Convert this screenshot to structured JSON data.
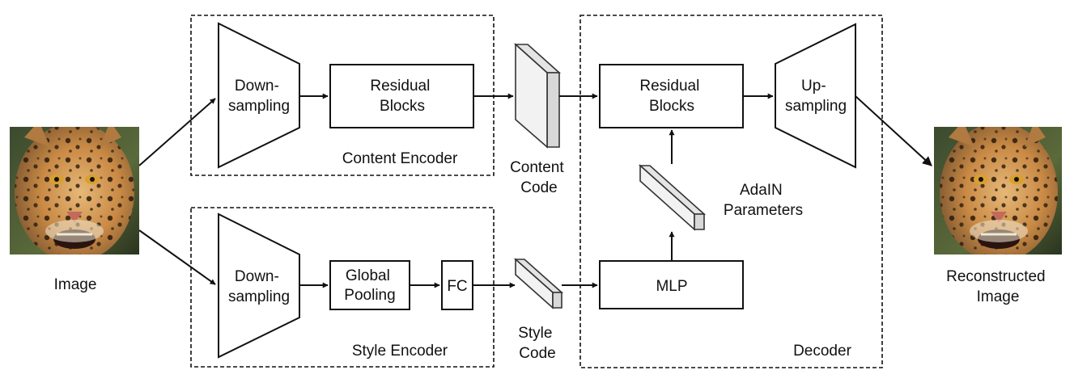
{
  "content_encoder": {
    "label": "Content Encoder",
    "downsampling": [
      "Down-",
      "sampling"
    ],
    "residual": [
      "Residual",
      "Blocks"
    ]
  },
  "style_encoder": {
    "label": "Style Encoder",
    "downsampling": [
      "Down-",
      "sampling"
    ],
    "pooling": [
      "Global",
      "Pooling"
    ],
    "fc": "FC"
  },
  "decoder": {
    "label": "Decoder",
    "residual": [
      "Residual",
      "Blocks"
    ],
    "upsampling": [
      "Up-",
      "sampling"
    ],
    "mlp": "MLP",
    "adain": [
      "AdaIN",
      "Parameters"
    ]
  },
  "codes": {
    "content": [
      "Content",
      "Code"
    ],
    "style": [
      "Style",
      "Code"
    ]
  },
  "images": {
    "input_label": "Image",
    "output_label": [
      "Reconstructed",
      "Image"
    ],
    "input_content": "jaguar-photo",
    "output_content": "jaguar-photo"
  }
}
